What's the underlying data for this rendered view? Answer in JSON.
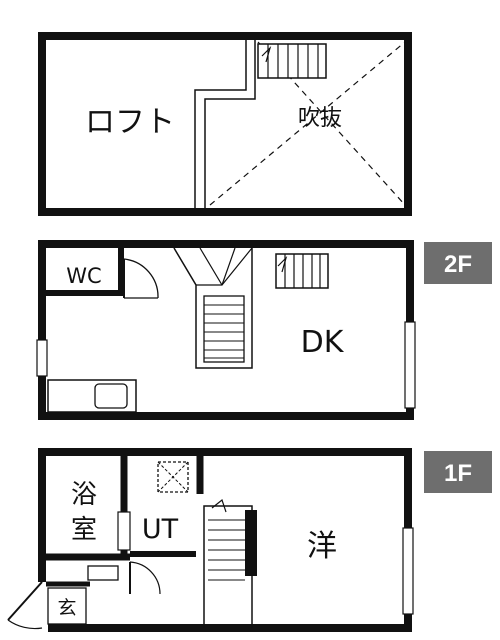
{
  "colors": {
    "wall": "#111111",
    "badge": "#6e6e6e",
    "background": "#ffffff"
  },
  "floors": [
    {
      "id": "loft",
      "rooms": [
        {
          "id": "loft-room",
          "label": "ロフト"
        },
        {
          "id": "void",
          "label": "吹抜"
        }
      ]
    },
    {
      "id": "second",
      "badge": "2F",
      "rooms": [
        {
          "id": "wc",
          "label": "WC"
        },
        {
          "id": "dk",
          "label": "DK"
        }
      ]
    },
    {
      "id": "first",
      "badge": "1F",
      "rooms": [
        {
          "id": "bath",
          "label_top": "浴",
          "label_bottom": "室"
        },
        {
          "id": "ut",
          "label": "UT"
        },
        {
          "id": "western-room",
          "label": "洋"
        },
        {
          "id": "entrance",
          "label": "玄"
        }
      ]
    }
  ]
}
